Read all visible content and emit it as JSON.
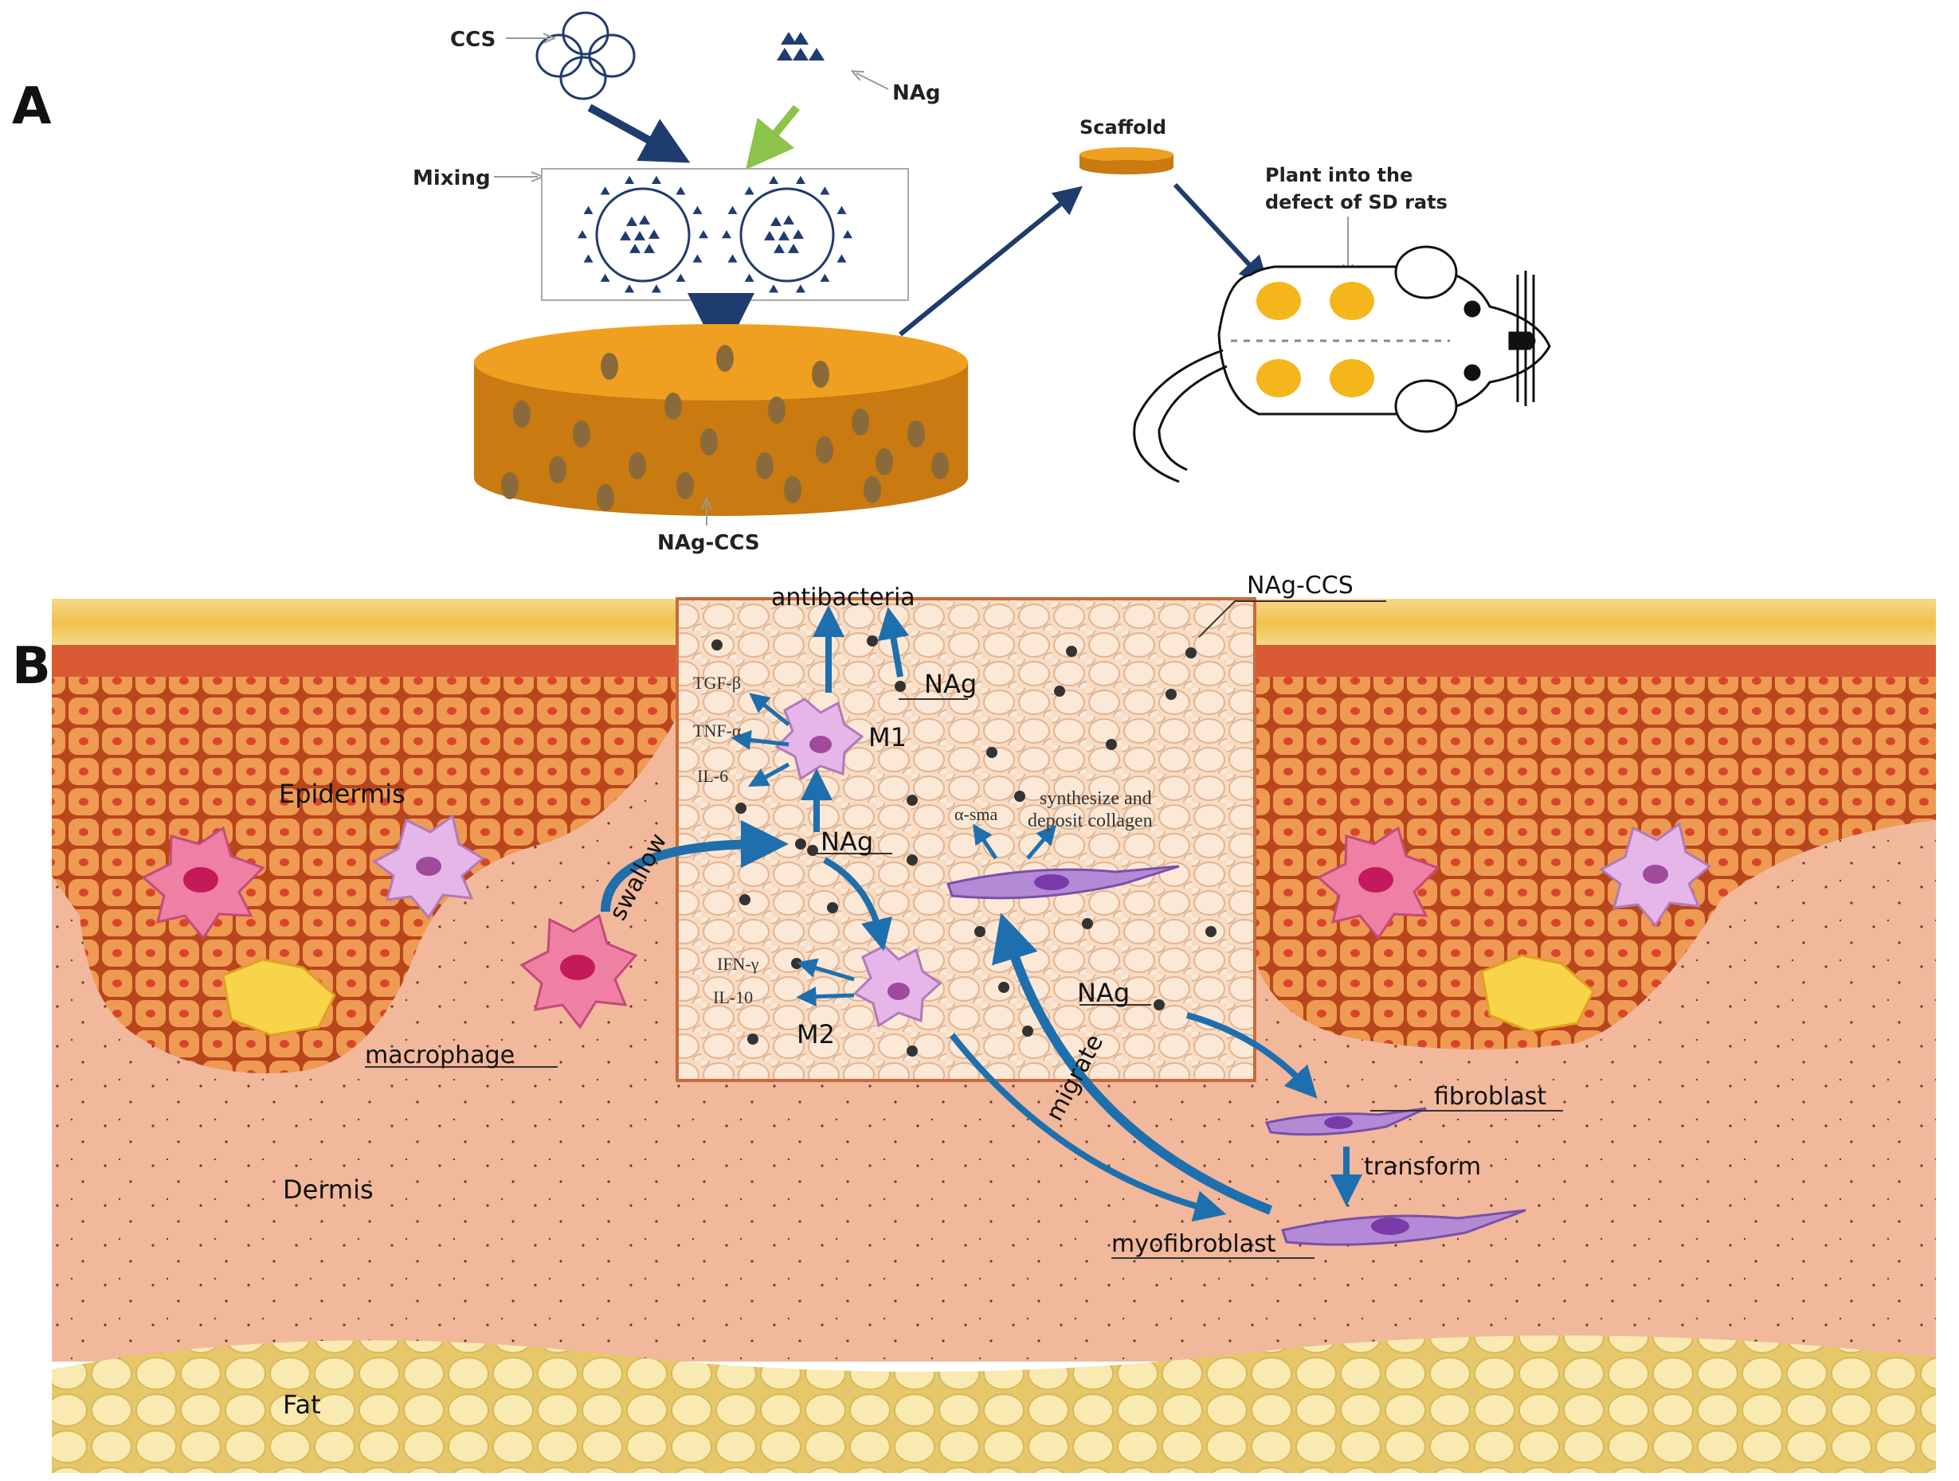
{
  "panel_a": {
    "label": "A",
    "ccs": "CCS",
    "nag": "NAg",
    "mixing": "Mixing",
    "scaffold": "Scaffold",
    "plant_line1": "Plant into the",
    "plant_line2": "defect of  SD rats",
    "nag_ccs": "NAg-CCS"
  },
  "panel_b": {
    "label": "B",
    "antibacteria": "antibacteria",
    "nag_ccs": "NAg-CCS",
    "nag_top": "NAg",
    "tgf": "TGF-β",
    "tnf": "TNF-α",
    "il6": "IL-6",
    "m1": "M1",
    "nag_mid": "NAg",
    "alpha_sma": "α-sma",
    "synth_line1": "synthesize and",
    "synth_line2": "deposit collagen",
    "epidermis": "Epidermis",
    "swallow": "swallow",
    "ifn": "IFN-γ",
    "il10": "IL-10",
    "m2": "M2",
    "nag_right": "NAg",
    "macrophage": "macrophage",
    "migrate": "migrate",
    "fibroblast": "fibroblast",
    "transform": "transform",
    "dermis": "Dermis",
    "myofibroblast": "myofibroblast",
    "fat": "Fat"
  },
  "colors": {
    "arrow_navy": "#1f3c6e",
    "arrow_green": "#8cc34a",
    "arrow_blue": "#1e6fae",
    "scaffold": "#e8961c",
    "scaffold_dark": "#c97a10",
    "rat_spot": "#f5b61b",
    "dermis": "#f2b49a",
    "epidermis_cell": "#f0a05a",
    "fat": "#f5e39a"
  }
}
